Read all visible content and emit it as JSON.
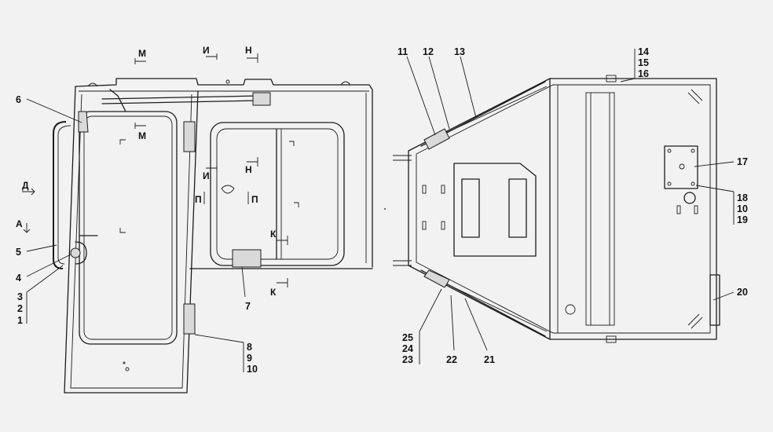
{
  "callouts": {
    "c1": "1",
    "c2": "2",
    "c3": "3",
    "c4": "4",
    "c5": "5",
    "c6": "6",
    "c7": "7",
    "c8": "8",
    "c9": "9",
    "c10a": "10",
    "c10b": "10",
    "c11": "11",
    "c12": "12",
    "c13": "13",
    "c14": "14",
    "c15": "15",
    "c16": "16",
    "c17": "17",
    "c18": "18",
    "c19": "19",
    "c20": "20",
    "c21": "21",
    "c22": "22",
    "c23": "23",
    "c24": "24",
    "c25": "25"
  },
  "section_marks": {
    "m_top": "М",
    "m_mid": "М",
    "i_top": "И",
    "i_mid": "И",
    "n_top": "Н",
    "n_mid": "Н",
    "p_left": "П",
    "p_right": "П",
    "k_top": "К",
    "k_bottom": "К",
    "d": "Д",
    "a": "А"
  }
}
